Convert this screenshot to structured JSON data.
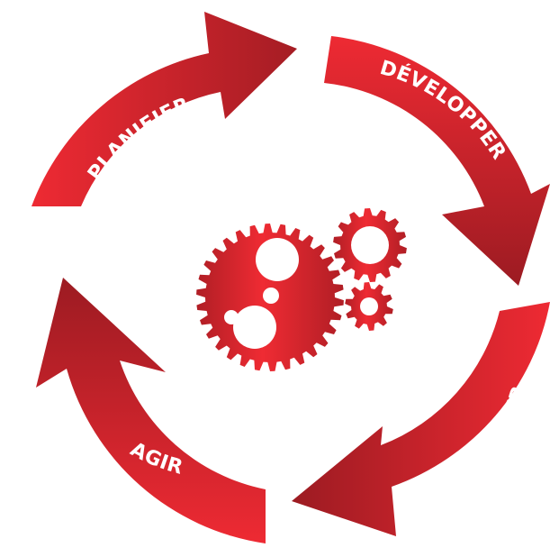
{
  "diagram": {
    "type": "cycle",
    "stages": [
      {
        "label": "PLANIFIER"
      },
      {
        "label": "DÉVELOPPER"
      },
      {
        "label": "CONTRÔLER"
      },
      {
        "label": "AGIR"
      }
    ],
    "colors": {
      "arrow_light": "#ee2a33",
      "arrow_dark": "#9c1b22",
      "gear_light": "#ef2b33",
      "gear_dark": "#b01e25",
      "text": "#ffffff",
      "background": "#ffffff"
    },
    "center_icon": "gears-icon"
  }
}
